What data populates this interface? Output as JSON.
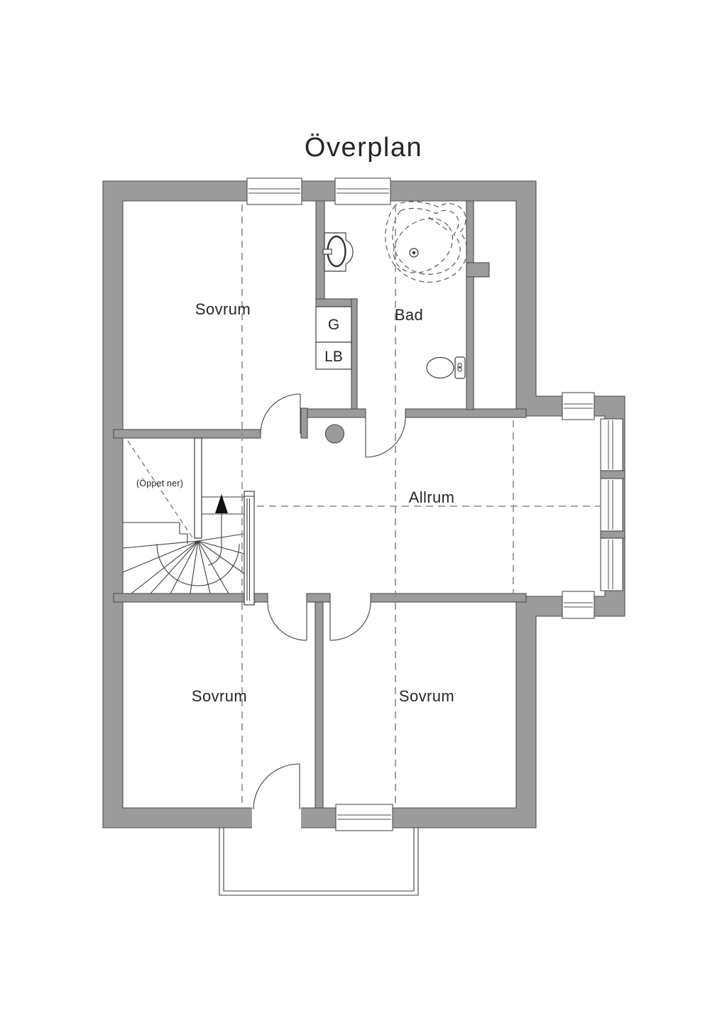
{
  "title": "Överplan",
  "labels": {
    "room_sovrum_nw": "Sovrum",
    "room_bad": "Bad",
    "room_allrum": "Allrum",
    "room_sovrum_sw": "Sovrum",
    "room_sovrum_se": "Sovrum",
    "closet_g": "G",
    "closet_lb": "LB",
    "stair_open_below": "(Öppet ner)"
  },
  "colors": {
    "wall_fill": "#9b9b9b",
    "wall_outline": "#4d4d4d",
    "line": "#3f3f3f",
    "dashed_line": "#8a8a8a",
    "text": "#262626",
    "background": "#ffffff"
  },
  "fixtures": {
    "icons": [
      "bathtub-icon",
      "toilet-icon",
      "sink-icon",
      "stairs-icon",
      "up-arrow-icon",
      "chimney-icon",
      "balcony-icon",
      "window-icon",
      "door-swing-icon"
    ]
  }
}
